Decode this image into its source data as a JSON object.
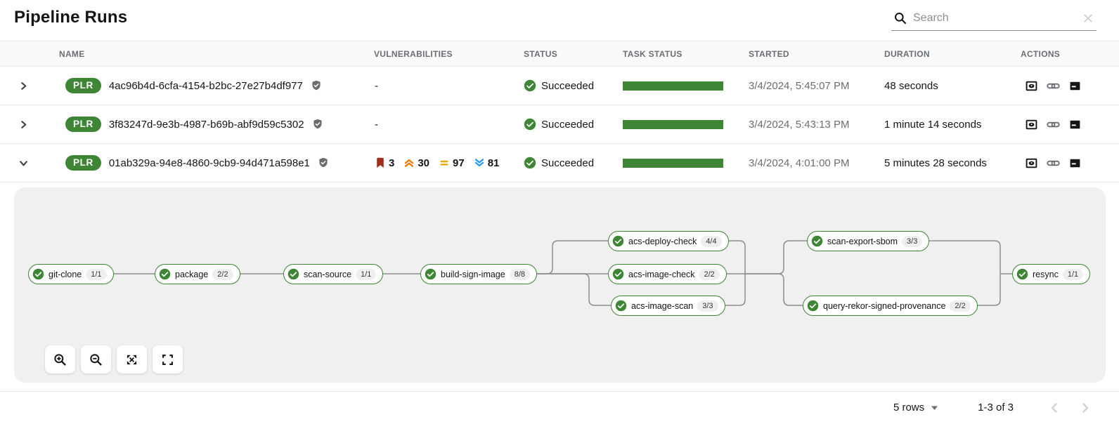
{
  "page": {
    "title": "Pipeline Runs"
  },
  "search": {
    "placeholder": "Search"
  },
  "table": {
    "columns": {
      "name": "NAME",
      "vulnerabilities": "VULNERABILITIES",
      "status": "STATUS",
      "task_status": "TASK STATUS",
      "started": "STARTED",
      "duration": "DURATION",
      "actions": "ACTIONS"
    },
    "rows": [
      {
        "badge": "PLR",
        "name": "4ac96b4d-6cfa-4154-b2bc-27e27b4df977",
        "vulnerabilities_text": "-",
        "status": "Succeeded",
        "started": "3/4/2024, 5:45:07 PM",
        "duration": "48 seconds"
      },
      {
        "badge": "PLR",
        "name": "3f83247d-9e3b-4987-b69b-abf9d59c5302",
        "vulnerabilities_text": "-",
        "status": "Succeeded",
        "started": "3/4/2024, 5:43:13 PM",
        "duration": "1 minute 14 seconds"
      },
      {
        "badge": "PLR",
        "name": "01ab329a-94e8-4860-9cb9-94d471a598e1",
        "severities": {
          "critical": "3",
          "high": "30",
          "medium": "97",
          "low": "81"
        },
        "status": "Succeeded",
        "started": "3/4/2024, 4:01:00 PM",
        "duration": "5 minutes 28 seconds"
      }
    ]
  },
  "pipeline": {
    "tasks": [
      {
        "name": "git-clone",
        "badge": "1/1"
      },
      {
        "name": "package",
        "badge": "2/2"
      },
      {
        "name": "scan-source",
        "badge": "1/1"
      },
      {
        "name": "build-sign-image",
        "badge": "8/8"
      },
      {
        "name": "acs-deploy-check",
        "badge": "4/4"
      },
      {
        "name": "acs-image-check",
        "badge": "2/2"
      },
      {
        "name": "acs-image-scan",
        "badge": "3/3"
      },
      {
        "name": "scan-export-sbom",
        "badge": "3/3"
      },
      {
        "name": "query-rekor-signed-provenance",
        "badge": "2/2"
      },
      {
        "name": "resync",
        "badge": "1/1"
      }
    ]
  },
  "footer": {
    "rows_per_page": "5 rows",
    "range": "1-3 of 3"
  },
  "colors": {
    "accent_green": "#3e8635",
    "severity_critical": "#9e2f1d",
    "severity_high": "#ec7a08",
    "severity_medium": "#f0ab00",
    "severity_low": "#2b9af3",
    "panel_bg": "#f0f0f0",
    "edge_gray": "#8a8d90"
  }
}
